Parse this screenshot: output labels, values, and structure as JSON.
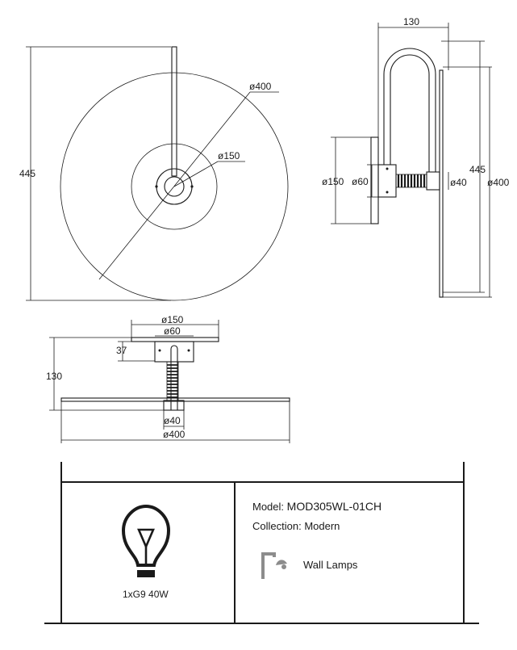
{
  "front_view": {
    "height": "445",
    "shade_diameter": "ø400",
    "plate_diameter": "ø150"
  },
  "side_view": {
    "projection": "130",
    "plate": "ø150",
    "canopy": "ø60",
    "height": "445",
    "lamp_holder": "ø40",
    "shade": "ø400"
  },
  "top_view": {
    "plate": "ø150",
    "canopy": "ø60",
    "plate_depth": "37",
    "projection": "130",
    "lamp_holder": "ø40",
    "shade": "ø400"
  },
  "spec": {
    "model_label": "Model:",
    "model_value": "MOD305WL-01CH",
    "collection_label": "Collection:",
    "collection_value": "Modern",
    "category": "Wall Lamps",
    "bulb": "1xG9 40W"
  },
  "icons": [
    "light-bulb-icon",
    "wall-lamp-icon"
  ]
}
